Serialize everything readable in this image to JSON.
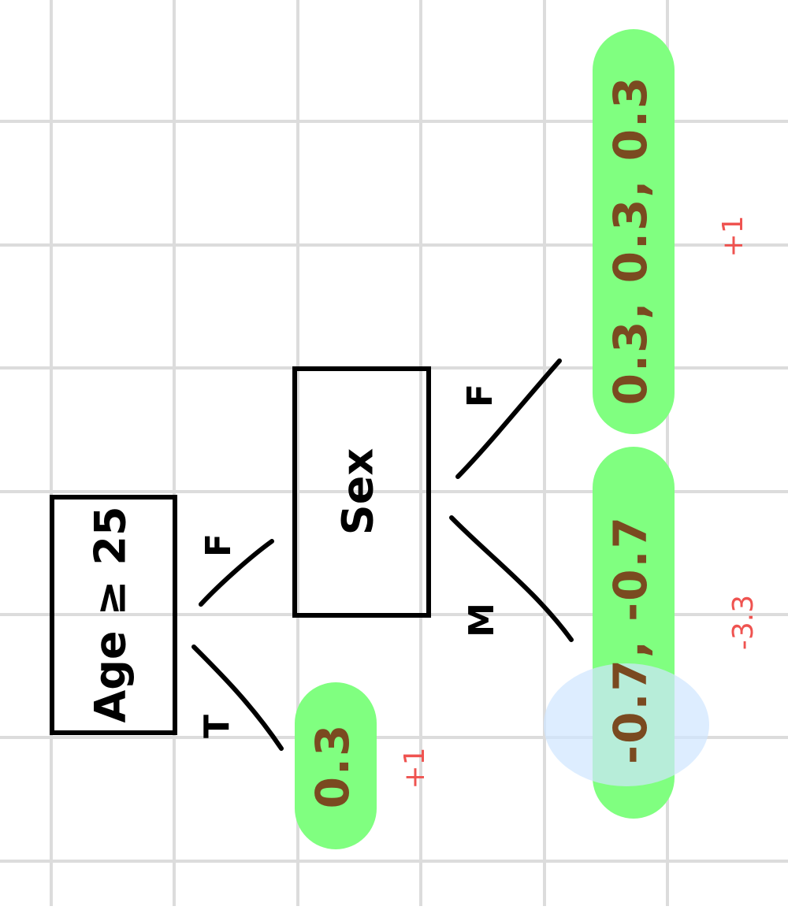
{
  "diagram": {
    "nodes": {
      "root": {
        "label": "Age ≥ 25"
      },
      "sex": {
        "label": "Sex"
      }
    },
    "edges": {
      "root_false": "F",
      "root_true": "T",
      "sex_female": "F",
      "sex_male": "M"
    },
    "leaves": {
      "top_right": {
        "values": "0.3, 0.3, 0.3",
        "note": "+1"
      },
      "bottom_right": {
        "values": "-0.7, -0.7",
        "note": "-3.3"
      },
      "bottom_left": {
        "values": "0.3",
        "note": "+1"
      }
    },
    "colors": {
      "highlight": "#80ff80",
      "handwriting": "#7a4a20",
      "annotation": "#ef5350",
      "blob": "#cfe6ff",
      "grid": "#dcdcdc"
    }
  }
}
